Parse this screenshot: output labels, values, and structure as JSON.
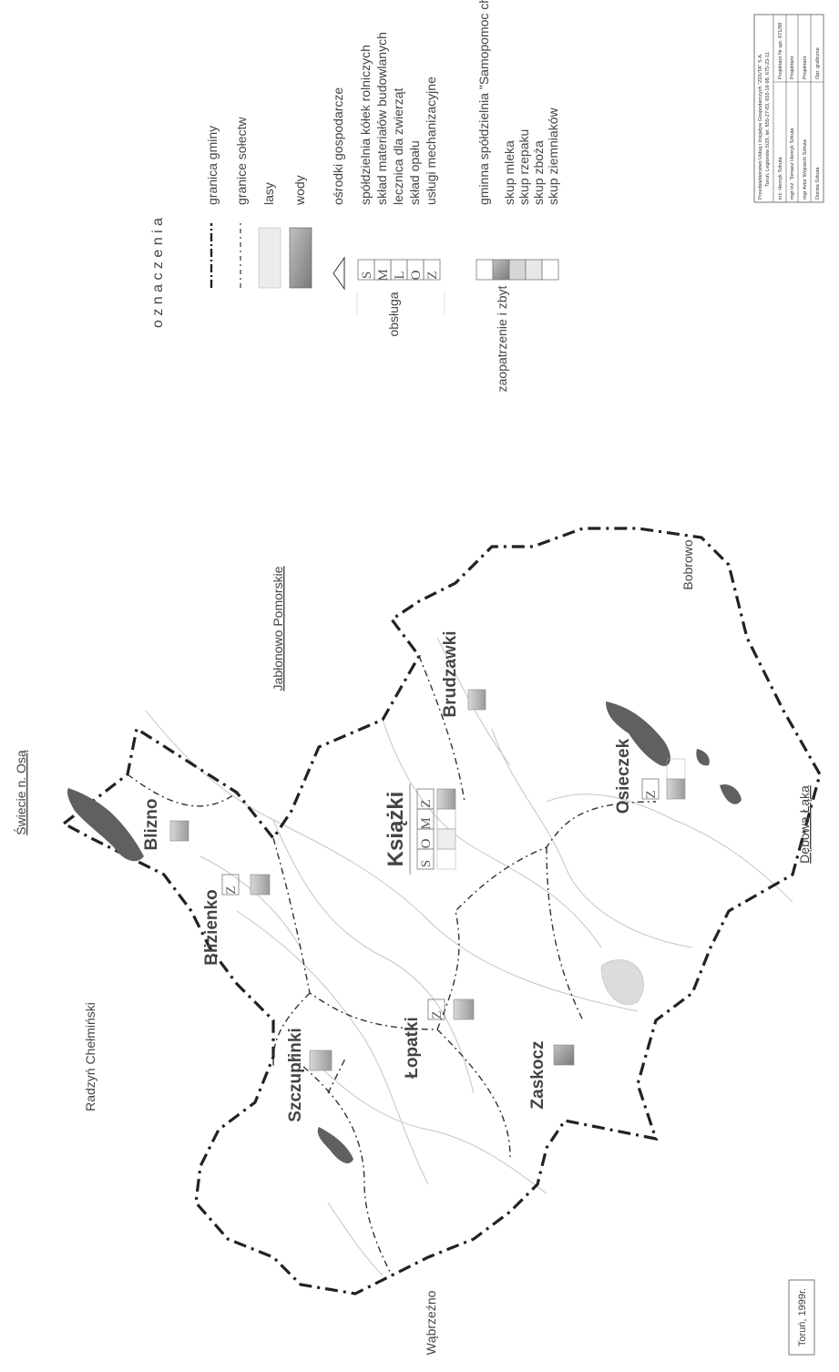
{
  "legend": {
    "title": "o z n a c z e n i a",
    "lines": [
      {
        "label": "granica gminy"
      },
      {
        "label": "granice sołectw"
      }
    ],
    "areas": [
      {
        "label": "lasy"
      },
      {
        "label": "wody"
      }
    ],
    "service_group": "obsługa",
    "center_label": "ośrodki gospodarcze",
    "services": [
      {
        "code": "S",
        "label": "spółdzielnia kółek rolniczych"
      },
      {
        "code": "M",
        "label": "skład materiałów budowlanych"
      },
      {
        "code": "L",
        "label": "lecznica dla zwierząt"
      },
      {
        "code": "O",
        "label": "skład opału"
      },
      {
        "code": "Z",
        "label": "usługi mechanizacyjne"
      }
    ],
    "supply_group": "zaopatrzenie i zbyt",
    "supply": [
      {
        "label": "gminna spółdzielnia \"Samopomoc chłopska\""
      },
      {
        "label": "skup mleka"
      },
      {
        "label": "skup rzepaku"
      },
      {
        "label": "skup zboża"
      },
      {
        "label": "skup ziemniaków"
      }
    ]
  },
  "neighbors": {
    "swiecie": "Świecie n. Osą",
    "jablonowo": "Jabłonowo Pomorskie",
    "bobrowo": "Bobrowo",
    "debowa_laka": "Dębowa Łąka",
    "radzyn": "Radzyń Chełmiński",
    "wabrzezno": "Wąbrzeźno"
  },
  "villages": {
    "blizno": "Blizno",
    "blizienko": "Blizienko",
    "ksiazki": "Książki",
    "brudzawki": "Brudzawki",
    "osieczek": "Osieczek",
    "szczuplinki": "Szczuplinki",
    "lopatki": "Łopatki",
    "zaskocz": "Zaskocz"
  },
  "codes": {
    "ksiazki": [
      "S",
      "O",
      "M",
      "Z"
    ],
    "blizienko": "Z",
    "osieczek": "Z",
    "lopatki": "Z"
  },
  "footer": {
    "place_date": "Toruń, 1999r."
  },
  "title_block": {
    "company": "Przedsiębiorstwo Usług i Inicjatyw Gospodarczych \"ZDUTA\" S.A.",
    "address": "Toruń, Legionów 5/29, tel. 655-27-83, 655-16-98, 675-23-11",
    "rows": [
      {
        "name": "inż. Henryk Szkuta",
        "role": "Projektant  Nr upr. 671/88"
      },
      {
        "name": "mgr inż. Tomasz Henryk Szkuta",
        "role": "Projektant"
      },
      {
        "name": "mgr Artur Wojciech Szkuta",
        "role": "Projektant"
      },
      {
        "name": "Dorota Szkuta",
        "role": "Opr. graficzne"
      }
    ]
  },
  "colors": {
    "water": "#606060",
    "boundary": "#222222",
    "road": "#b8b8b8"
  }
}
